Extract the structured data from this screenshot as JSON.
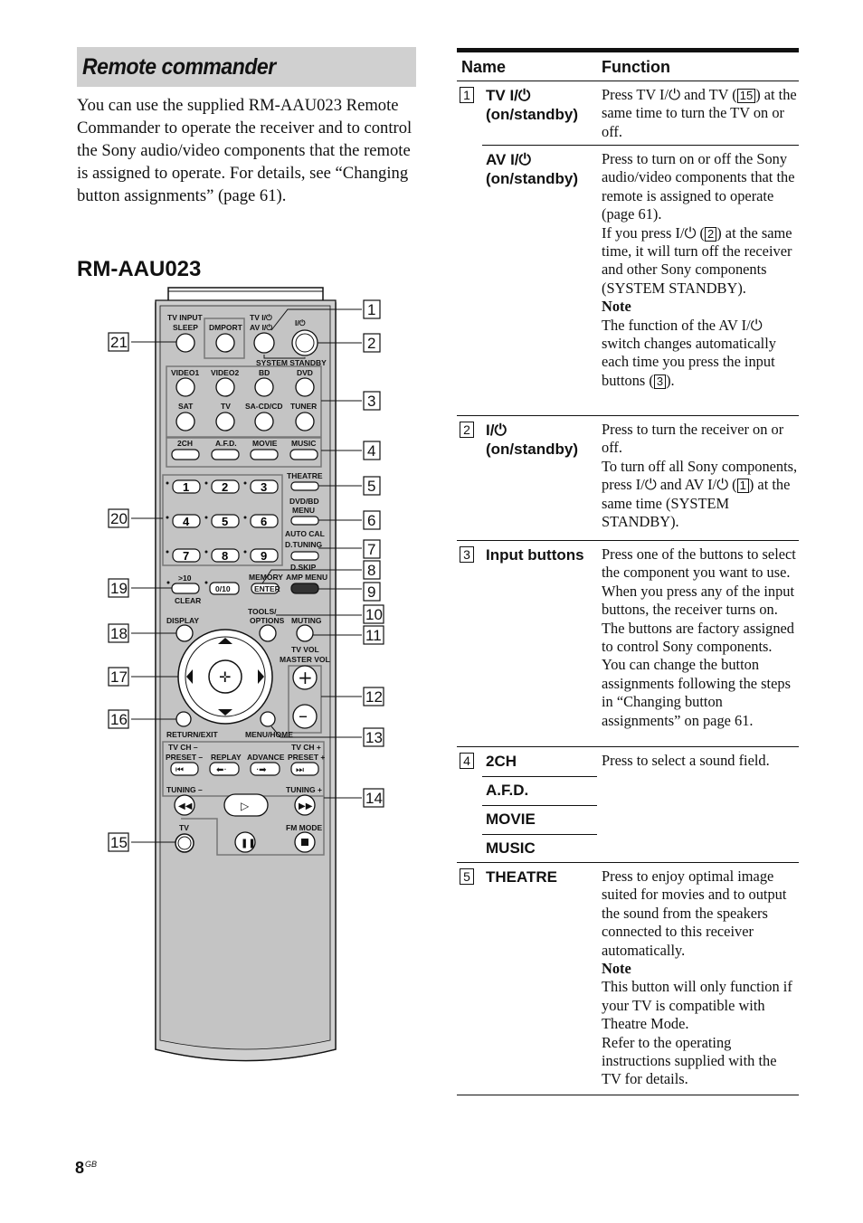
{
  "section_title": "Remote commander",
  "intro": "You can use the supplied RM-AAU023 Remote Commander to operate the receiver and to control the Sony audio/video components that the remote is assigned to operate. For details, see “Changing button assignments” (page 61).",
  "model": "RM-AAU023",
  "page_number": "8",
  "page_suffix": "GB",
  "table": {
    "col_name": "Name",
    "col_function": "Function",
    "rows": [
      {
        "num": "1",
        "names": [
          "TV I/⏻",
          "(on/standby)"
        ],
        "func": "Press TV I/⏻ and TV ([15]) at the same time to turn the TV on or off."
      },
      {
        "num": "",
        "names": [
          "AV I/⏻",
          "(on/standby)"
        ],
        "func": "Press to turn on or off the Sony audio/video components that the remote is assigned to operate (page 61).\nIf you press I/⏻ ([2]) at the same time, it will turn off the receiver and other Sony components (SYSTEM STANDBY).\nNote\nThe function of the AV I/⏻ switch changes automatically each time you press the input buttons ([3])."
      },
      {
        "num": "2",
        "names": [
          "I/⏻",
          "(on/standby)"
        ],
        "func": "Press to turn the receiver on or off.\nTo turn off all Sony components, press I/⏻ and AV I/⏻ ([1]) at the same time (SYSTEM STANDBY)."
      },
      {
        "num": "3",
        "names": [
          "Input buttons"
        ],
        "func": "Press one of the buttons to select the component you want to use. When you press any of the input buttons, the receiver turns on. The buttons are factory assigned to control Sony components.\nYou can change the button assignments following the steps in “Changing button assignments” on page 61."
      },
      {
        "num": "4",
        "names": [
          "2CH",
          "A.F.D.",
          "MOVIE",
          "MUSIC"
        ],
        "func": "Press to select a sound field."
      },
      {
        "num": "5",
        "names": [
          "THEATRE"
        ],
        "func": "Press to enjoy optimal image suited for movies and to output the sound from the speakers connected to this receiver automatically.\nNote\nThis button will only function if your TV is compatible with Theatre Mode.\nRefer to the operating instructions supplied with the TV for details."
      }
    ]
  },
  "remote": {
    "labels": {
      "tv_input": "TV INPUT",
      "sleep": "SLEEP",
      "dmport": "DMPORT",
      "tv_av": "TV I/⏻",
      "av": "AV I/⏻",
      "power": "I/⏻",
      "system_standby": "SYSTEM STANDBY",
      "video1": "VIDEO1",
      "video2": "VIDEO2",
      "bd": "BD",
      "dvd": "DVD",
      "sat": "SAT",
      "tv": "TV",
      "sacd": "SA-CD/CD",
      "tuner": "TUNER",
      "ch2": "2CH",
      "afd": "A.F.D.",
      "movie": "MOVIE",
      "music": "MUSIC",
      "theatre": "THEATRE",
      "dvdbd_menu1": "DVD/BD",
      "dvdbd_menu2": "MENU",
      "auto_cal": "AUTO CAL",
      "d_tuning": "D.TUNING",
      "d_skip": "D.SKIP",
      "memory": "MEMORY",
      "amp_menu": "AMP MENU",
      "enter": "ENTER",
      "gt10": ">10",
      "clear": "CLEAR",
      "zero10": "0/10",
      "display": "DISPLAY",
      "tools1": "TOOLS/",
      "tools2": "OPTIONS",
      "muting": "MUTING",
      "tvvol": "TV VOL",
      "mastervol": "MASTER VOL",
      "return": "RETURN/EXIT",
      "menu_home": "MENU/HOME",
      "tvch_minus1": "TV CH –",
      "tvch_minus2": "PRESET –",
      "replay": "REPLAY",
      "advance": "ADVANCE",
      "tvch_plus1": "TV CH +",
      "tvch_plus2": "PRESET +",
      "tuning_minus": "TUNING –",
      "tuning_plus": "TUNING +",
      "tv_btn": "TV",
      "fm_mode": "FM MODE"
    },
    "digits": [
      "1",
      "2",
      "3",
      "4",
      "5",
      "6",
      "7",
      "8",
      "9"
    ],
    "callouts_right": [
      "1",
      "2",
      "3",
      "4",
      "5",
      "6",
      "7",
      "8",
      "9",
      "10",
      "11",
      "12",
      "13",
      "14"
    ],
    "callouts_left": [
      "21",
      "20",
      "19",
      "18",
      "17",
      "16",
      "15"
    ]
  }
}
